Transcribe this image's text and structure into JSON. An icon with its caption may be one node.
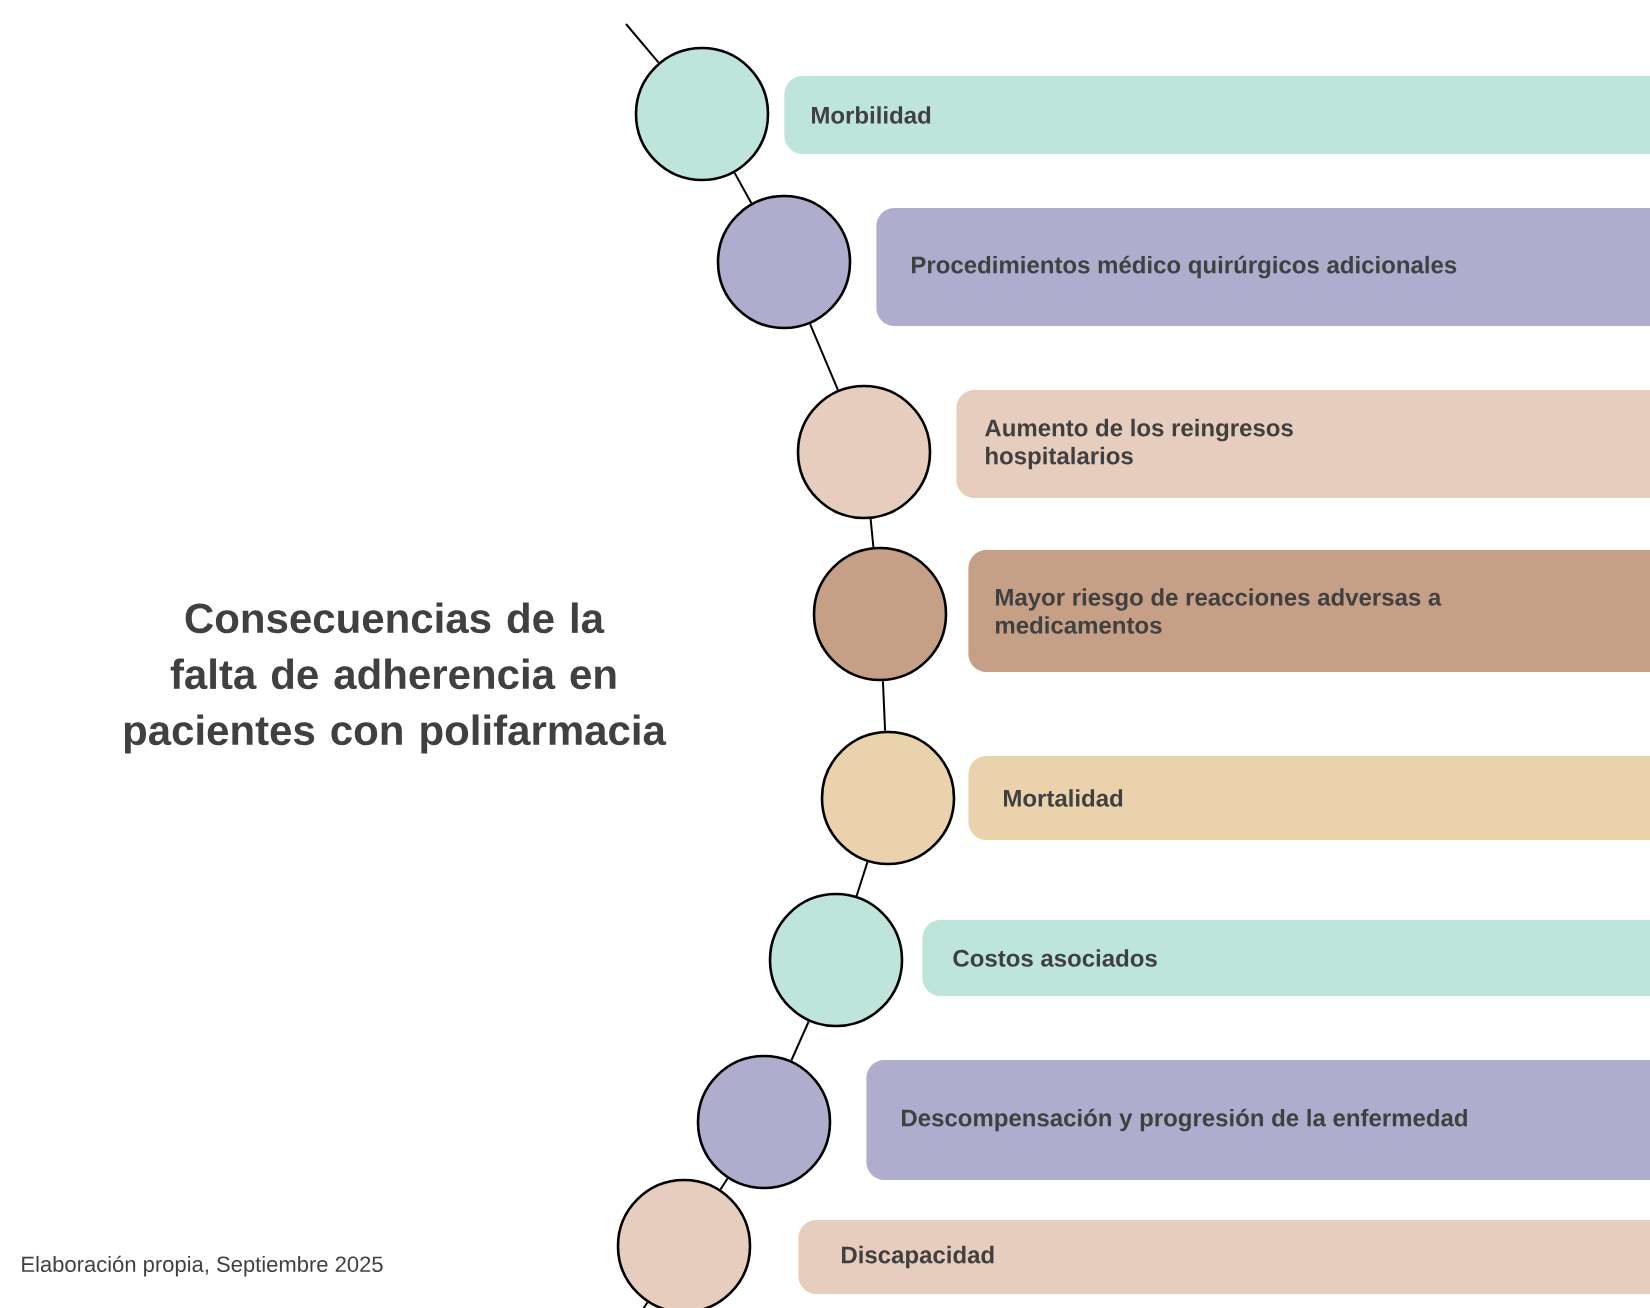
{
  "diagram": {
    "title": "Consecuencias de la falta de adherencia en pacientes con polifarmacia",
    "caption": "Elaboración propia, Septiembre 2025",
    "nodes": [
      {
        "text": [],
        "shape": "circle"
      },
      {
        "text": [
          "Morbilidad"
        ]
      },
      {
        "text": [],
        "shape": "circle"
      },
      {
        "text": [
          "Procedimientos médico quirúrgicos adicionales"
        ]
      },
      {
        "text": [],
        "shape": "circle"
      },
      {
        "text": [
          "Aumento de los reingresos hospitalarios"
        ]
      },
      {
        "text": [],
        "shape": "circle"
      },
      {
        "text": [
          "Mayor riesgo de reacciones adversas a medicamentos"
        ]
      },
      {
        "text": [],
        "shape": "circle"
      },
      {
        "text": [
          "Mortalidad"
        ]
      },
      {
        "text": [],
        "shape": "circle"
      },
      {
        "text": [
          "Costos asociados"
        ]
      },
      {
        "text": [],
        "shape": "circle"
      },
      {
        "text": [
          "Descompensación y progresión de la enfermedad"
        ]
      },
      {
        "text": [],
        "shape": "circle"
      },
      {
        "text": [
          "Discapacidad"
        ]
      }
    ],
    "edges": [
      {
        "from": null,
        "to": 0,
        "arrow": "none"
      },
      {
        "from": 0,
        "to": 2,
        "arrow": "none"
      },
      {
        "from": 2,
        "to": 4,
        "arrow": "none"
      },
      {
        "from": 4,
        "to": 6,
        "arrow": "none"
      },
      {
        "from": 6,
        "to": 8,
        "arrow": "none"
      },
      {
        "from": 8,
        "to": 10,
        "arrow": "none"
      },
      {
        "from": 10,
        "to": 12,
        "arrow": "none"
      },
      {
        "from": 12,
        "to": 14,
        "arrow": "none"
      },
      {
        "from": 14,
        "to": null,
        "arrow": "none"
      }
    ]
  }
}
